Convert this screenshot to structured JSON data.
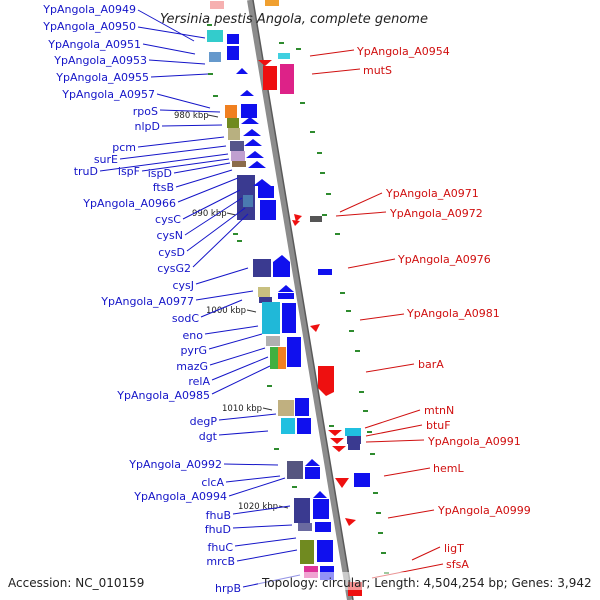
{
  "title": "Yersinia pestis Angola, complete genome",
  "accession": "Accession: NC_010159",
  "topology": "Topology: circular; Length: 4,504,254 bp; Genes: 3,942",
  "colors": {
    "left_label": "#1515c8",
    "right_label": "#d01010",
    "backbone": "#8c8c8c",
    "tick": "#2e8b2e",
    "forward": "#1010ee",
    "reverse": "#ee1010"
  },
  "kbp_marks": [
    "980 kbp",
    "990 kbp",
    "1000 kbp",
    "1010 kbp",
    "1020 kbp"
  ],
  "left_genes": [
    "YpAngola_A0949",
    "YpAngola_A0950",
    "YpAngola_A0951",
    "YpAngola_A0953",
    "YpAngola_A0955",
    "YpAngola_A0957",
    "rpoS",
    "nlpD",
    "pcm",
    "surE",
    "truD",
    "ispF",
    "ispD",
    "ftsB",
    "YpAngola_A0966",
    "cysC",
    "cysN",
    "cysD",
    "cysG2",
    "cysJ",
    "YpAngola_A0977",
    "sodC",
    "eno",
    "pyrG",
    "mazG",
    "relA",
    "YpAngola_A0985",
    "degP",
    "dgt",
    "YpAngola_A0992",
    "clcA",
    "YpAngola_A0994",
    "fhuB",
    "fhuD",
    "fhuC",
    "mrcB",
    "hrpB"
  ],
  "right_genes": [
    "YpAngola_A0954",
    "mutS",
    "YpAngola_A0971",
    "YpAngola_A0972",
    "YpAngola_A0976",
    "YpAngola_A0981",
    "barA",
    "mtnN",
    "btuF",
    "YpAngola_A0991",
    "hemL",
    "YpAngola_A0999",
    "ligT",
    "sfsA"
  ]
}
